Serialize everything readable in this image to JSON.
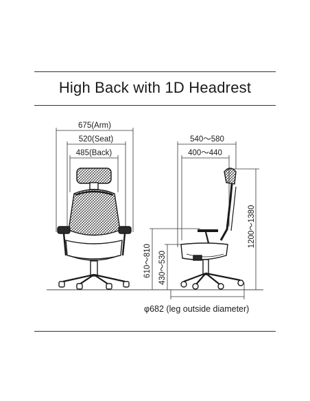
{
  "title": "High Back with 1D Headrest",
  "front_view": {
    "arm_width": "675(Arm)",
    "seat_width": "520(Seat)",
    "back_width": "485(Back)"
  },
  "side_view": {
    "overall_depth": "540～580",
    "seat_depth": "400～440",
    "overall_height": "1200～1380",
    "arm_height": "610～810",
    "seat_height": "430～530"
  },
  "leg_caption": "φ682 (leg outside diameter)"
}
